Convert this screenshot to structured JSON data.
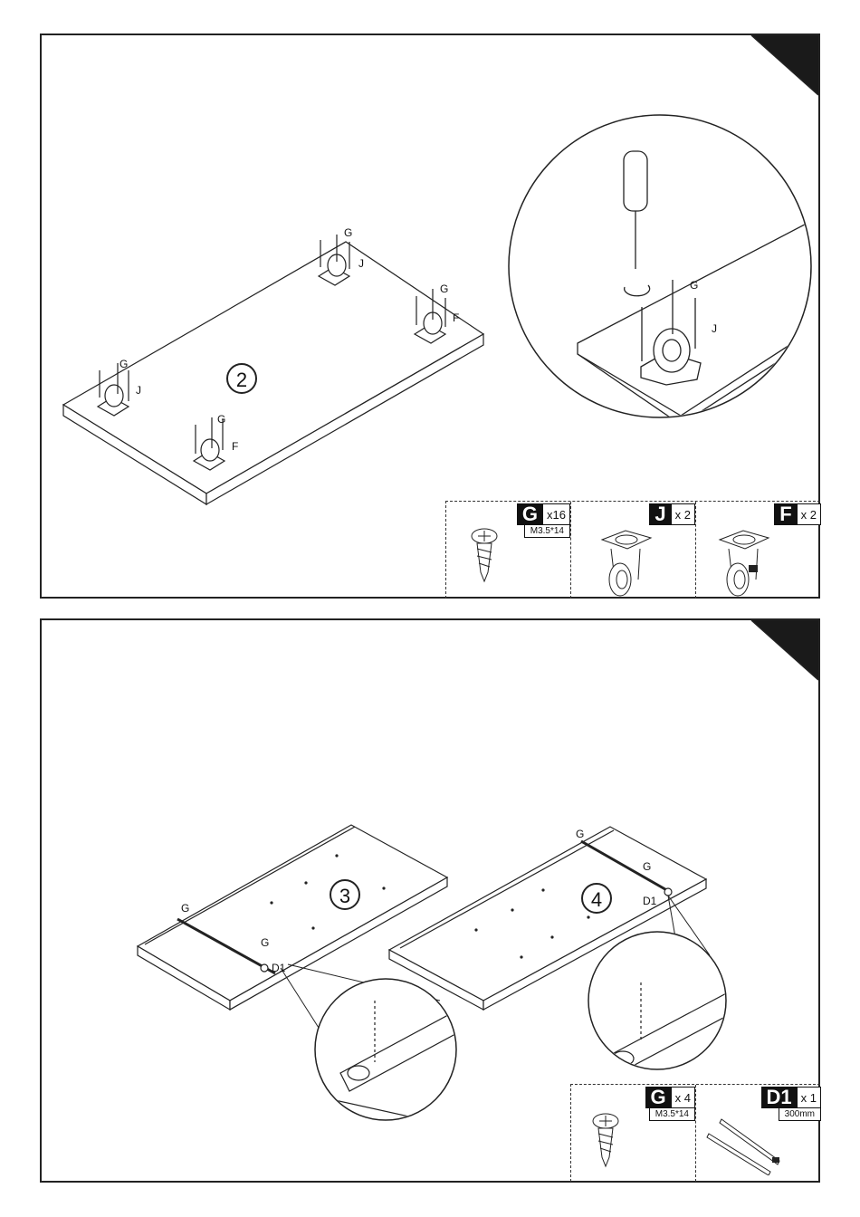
{
  "steps": [
    {
      "number": "2",
      "labels": {
        "g1": "G",
        "j1": "J",
        "g2": "G",
        "f1": "F",
        "g3": "G",
        "j2": "J",
        "g4": "G",
        "f2": "F",
        "detail_g": "G",
        "detail_j": "J"
      },
      "parts": [
        {
          "key": "G",
          "qty": "x16",
          "spec": "M3.5*14",
          "icon": "screw-icon"
        },
        {
          "key": "J",
          "qty": "x 2",
          "spec": "",
          "icon": "caster-wheel-icon"
        },
        {
          "key": "F",
          "qty": "x 2",
          "spec": "",
          "icon": "locking-caster-icon"
        }
      ]
    },
    {
      "number": "3",
      "labels": {
        "g1": "G",
        "g2": "G",
        "d1": "D1"
      }
    },
    {
      "number": "4",
      "labels": {
        "g1": "G",
        "g2": "G",
        "d1": "D1"
      },
      "parts": [
        {
          "key": "G",
          "qty": "x 4",
          "spec": "M3.5*14",
          "icon": "screw-icon"
        },
        {
          "key": "D1",
          "qty": "x 1",
          "spec": "300mm",
          "icon": "drawer-slide-icon"
        }
      ]
    }
  ]
}
